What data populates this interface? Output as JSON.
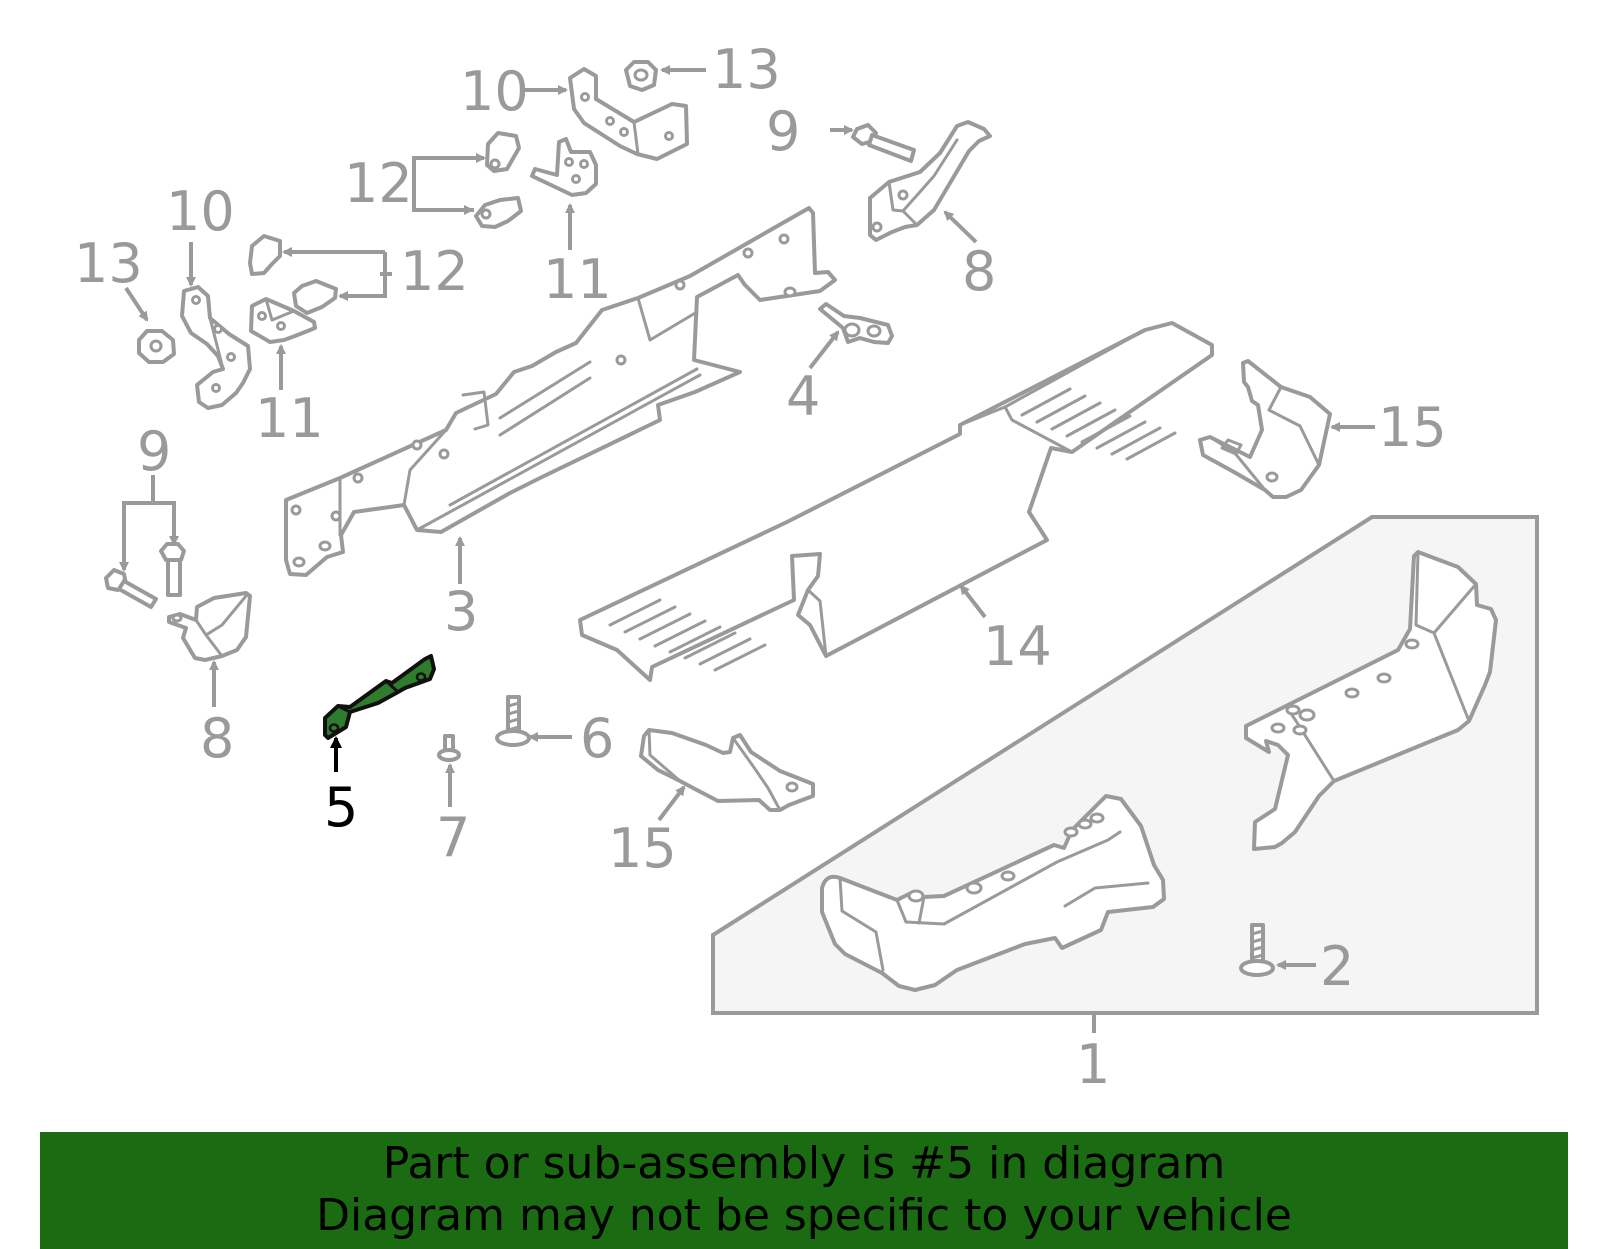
{
  "diagram": {
    "highlight_color": "#2f7d2c",
    "line_color": "#9a9a9a",
    "highlighted_part": "5",
    "callouts": {
      "c1": "1",
      "c2": "2",
      "c3": "3",
      "c4": "4",
      "c5": "5",
      "c6": "6",
      "c7": "7",
      "c8a": "8",
      "c8b": "8",
      "c9a": "9",
      "c9b": "9",
      "c10a": "10",
      "c10b": "10",
      "c11a": "11",
      "c11b": "11",
      "c12a": "12",
      "c12b": "12",
      "c13a": "13",
      "c13b": "13",
      "c14": "14",
      "c15a": "15",
      "c15b": "15"
    }
  },
  "banner": {
    "background": "#1a6b12",
    "line1": "Part or sub-assembly is #5 in diagram",
    "line2": "Diagram may not be specific to your vehicle"
  }
}
